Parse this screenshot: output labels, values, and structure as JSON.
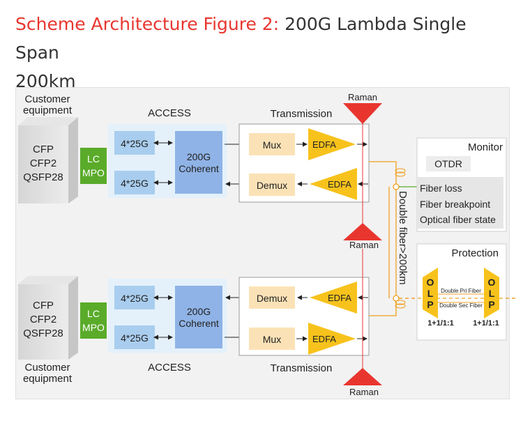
{
  "title": {
    "prefix": "Scheme Architecture Figure 2:",
    "main": "200G Lambda Single Span",
    "line2": "200km"
  },
  "top": {
    "customer_label_1": "Customer",
    "customer_label_2": "equipment",
    "access_label": "ACCESS",
    "transmission_label": "Transmission",
    "raman_top": "Raman",
    "raman_bottom": "Raman"
  },
  "bottom": {
    "customer_label_1": "Customer",
    "customer_label_2": "equipment",
    "access_label": "ACCESS",
    "transmission_label": "Transmission",
    "raman_top": "Raman",
    "raman_bottom": "Raman"
  },
  "equipment": {
    "line1": "CFP",
    "line2": "CFP2",
    "line3": "QSFP28"
  },
  "connector": {
    "line1": "LC",
    "line2": "MPO"
  },
  "modules": {
    "client": "4*25G",
    "coherent_1": "200G",
    "coherent_2": "Coherent",
    "mux": "Mux",
    "demux": "Demux",
    "edfa": "EDFA"
  },
  "fiber_label": "Double fiber>200km",
  "monitor": {
    "title": "Monitor",
    "otdr": "OTDR",
    "items": [
      "Fiber loss",
      "Fiber breakpoint",
      "Optical fiber state"
    ]
  },
  "protection": {
    "title": "Protection",
    "olp_left": [
      "O",
      "L",
      "P"
    ],
    "olp_right": [
      "O",
      "L",
      "P"
    ],
    "pri_fiber": "Double Pri Fiber",
    "sec_fiber": "Double Sec Fiber",
    "ratio_left": "1+1/1:1",
    "ratio_right": "1+1/1:1"
  },
  "colors": {
    "red_accent": "#e8362f",
    "orange": "#f0a020",
    "edfa_yellow": "#f7c21c",
    "mux_beige": "#fbe2b6",
    "client_blue": "#a9cdee",
    "coherent_blue": "#8fb3e6",
    "access_bg": "#e4f1fb",
    "lc_green": "#5aab2a"
  }
}
